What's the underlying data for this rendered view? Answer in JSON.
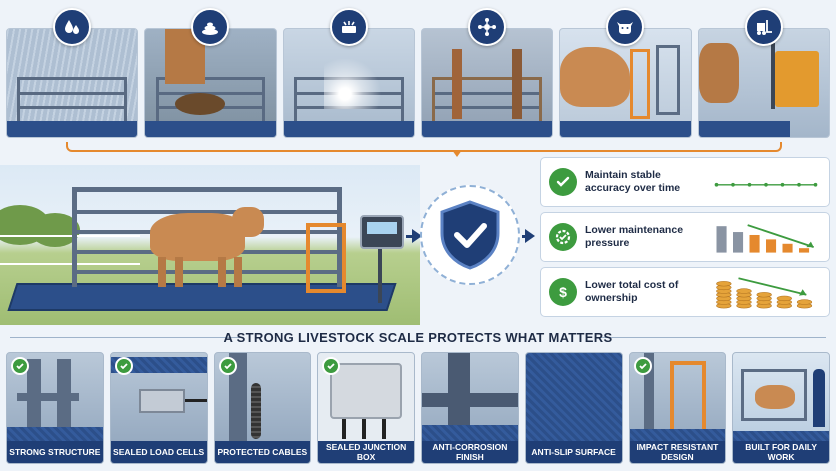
{
  "hazards": [
    {
      "icon": "water-drops-icon",
      "scene": "rain"
    },
    {
      "icon": "manure-icon",
      "scene": "manure"
    },
    {
      "icon": "washdown-icon",
      "scene": "high-pressure-washdown"
    },
    {
      "icon": "corrosion-icon",
      "scene": "rust"
    },
    {
      "icon": "cow-icon",
      "scene": "animal-impact"
    },
    {
      "icon": "forklift-icon",
      "scene": "forklift-impact"
    }
  ],
  "benefits": [
    {
      "text": "Maintain stable accuracy over time",
      "icon": "check-shield-icon",
      "chart": "flat-line"
    },
    {
      "text": "Lower maintenance pressure",
      "icon": "gear-check-icon",
      "chart": "declining-bars",
      "values": [
        0.9,
        0.7,
        0.6,
        0.45,
        0.3,
        0.15
      ]
    },
    {
      "text": "Lower total cost of ownership",
      "icon": "dollar-down-icon",
      "chart": "declining-coins",
      "values": [
        0.95,
        0.75,
        0.55,
        0.4,
        0.25
      ]
    }
  ],
  "tagline": "A STRONG LIVESTOCK SCALE PROTECTS WHAT MATTERS",
  "features": [
    {
      "label": "STRONG STRUCTURE"
    },
    {
      "label": "SEALED LOAD CELLS"
    },
    {
      "label": "PROTECTED CABLES"
    },
    {
      "label": "SEALED JUNCTION BOX"
    },
    {
      "label": "ANTI-CORROSION FINISH"
    },
    {
      "label": "ANTI-SLIP SURFACE"
    },
    {
      "label": "IMPACT RESISTANT DESIGN"
    },
    {
      "label": "BUILT FOR DAILY WORK"
    }
  ],
  "colors": {
    "navy": "#1f3e76",
    "orange": "#e5892e",
    "green": "#3d9b3f",
    "platform_blue": "#2c4f8a",
    "steel": "#5b6c84"
  }
}
